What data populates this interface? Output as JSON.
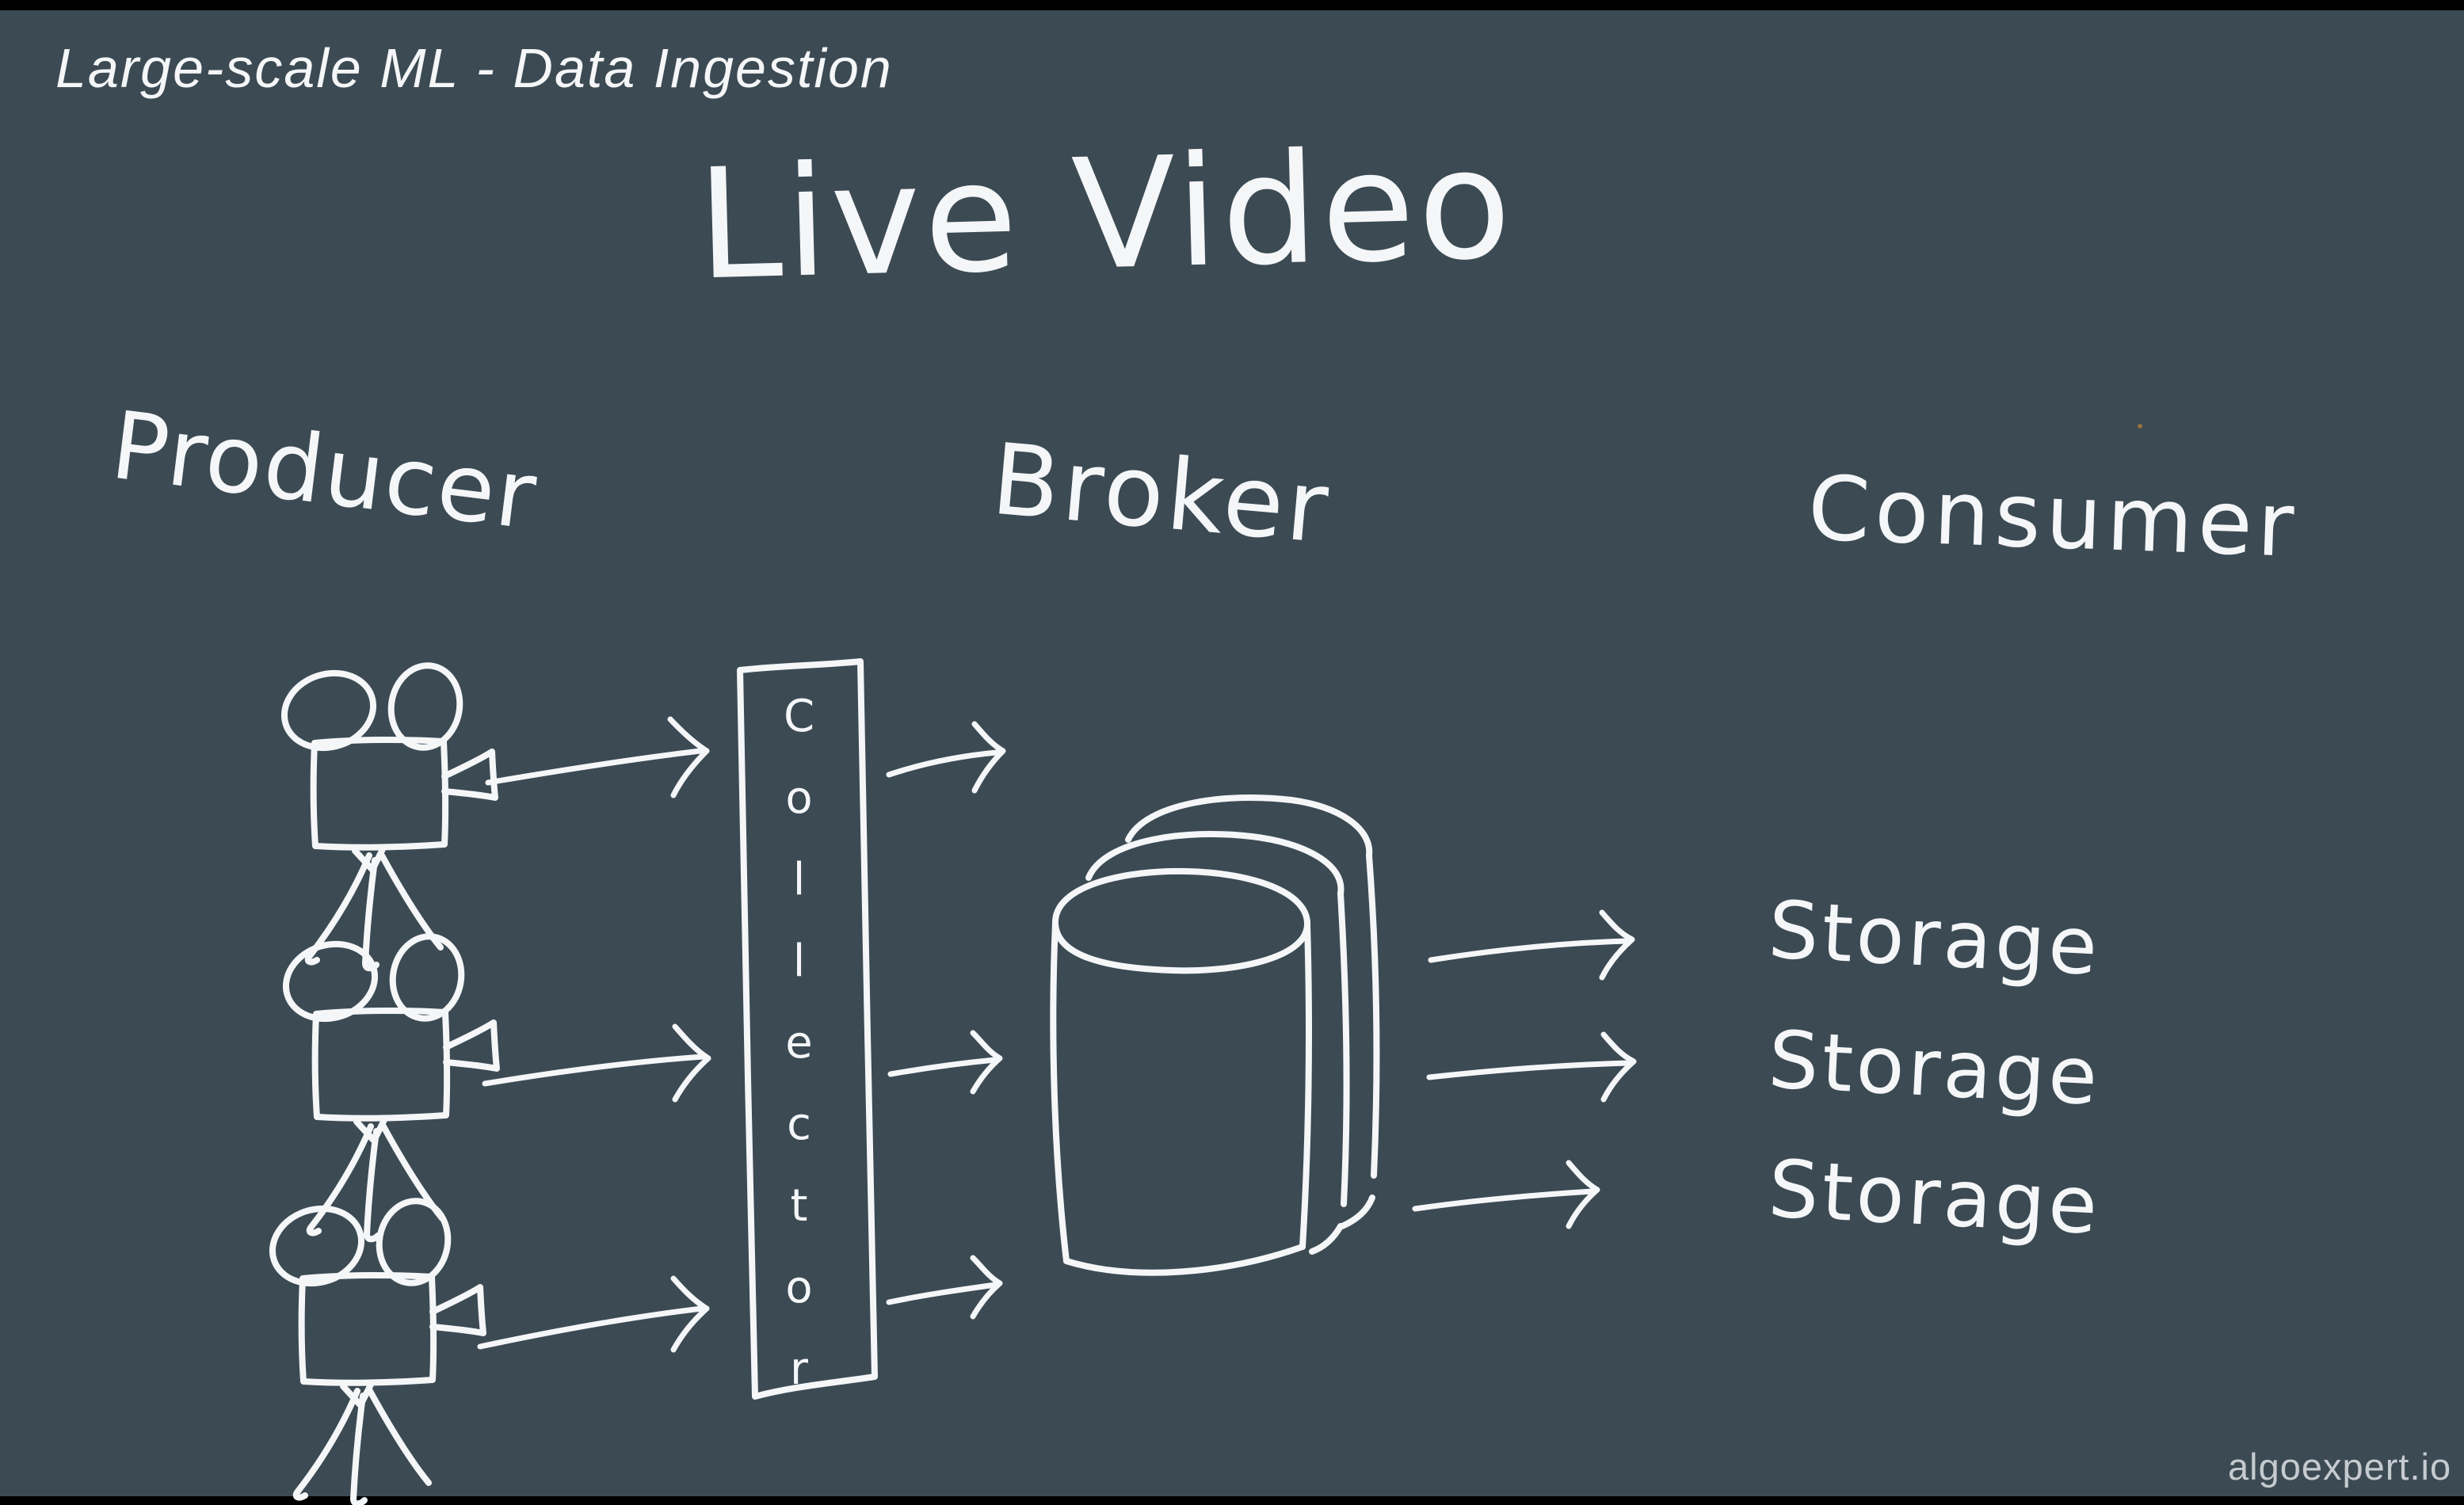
{
  "page": {
    "title": "Large-scale ML - Data Ingestion",
    "watermark": "algoexpert.io"
  },
  "diagram": {
    "heading": "Live Video",
    "producer": {
      "label": "Producer",
      "camera_count": 3
    },
    "collector": {
      "label": "Collector"
    },
    "broker": {
      "label": "Broker",
      "queue_count": 3
    },
    "consumer": {
      "label": "Consumer",
      "storage_labels": [
        "Storage",
        "Storage",
        "Storage"
      ]
    }
  },
  "colors": {
    "background": "#3c4a53",
    "ink": "#f4f6f8",
    "letterbox": "#000000",
    "watermark_text": "#c6cbd0"
  }
}
